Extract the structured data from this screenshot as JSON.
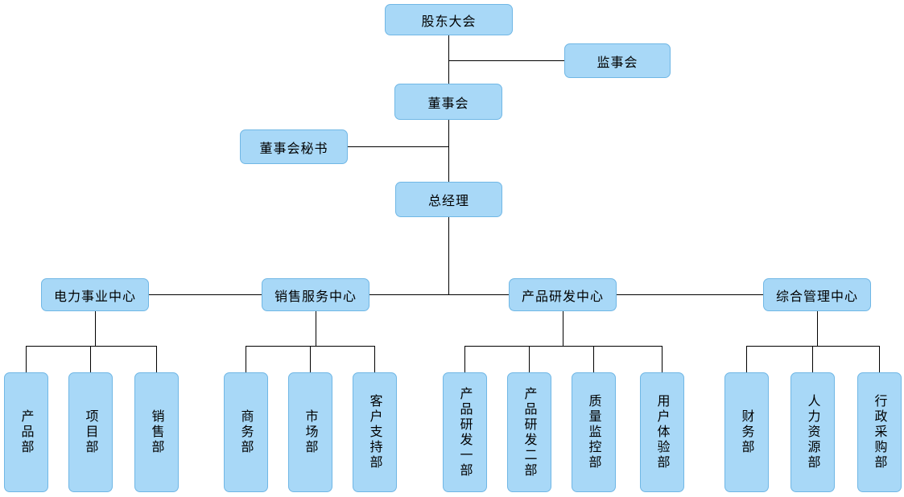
{
  "org": {
    "top": {
      "label": "股东大会"
    },
    "supervisory": {
      "label": "监事会"
    },
    "board": {
      "label": "董事会"
    },
    "secretary": {
      "label": "董事会秘书"
    },
    "gm": {
      "label": "总经理"
    },
    "centers": [
      {
        "label": "电力事业中心",
        "departments": [
          "产品部",
          "项目部",
          "销售部"
        ]
      },
      {
        "label": "销售服务中心",
        "departments": [
          "商务部",
          "市场部",
          "客户支持部"
        ]
      },
      {
        "label": "产品研发中心",
        "departments": [
          "产品研发一部",
          "产品研发二部",
          "质量监控部",
          "用户体验部"
        ]
      },
      {
        "label": "综合管理中心",
        "departments": [
          "财务部",
          "人力资源部",
          "行政采购部"
        ]
      }
    ],
    "colors": {
      "node_fill": "#A8D8F7",
      "node_border": "#70B7E5",
      "line": "#000000"
    }
  }
}
